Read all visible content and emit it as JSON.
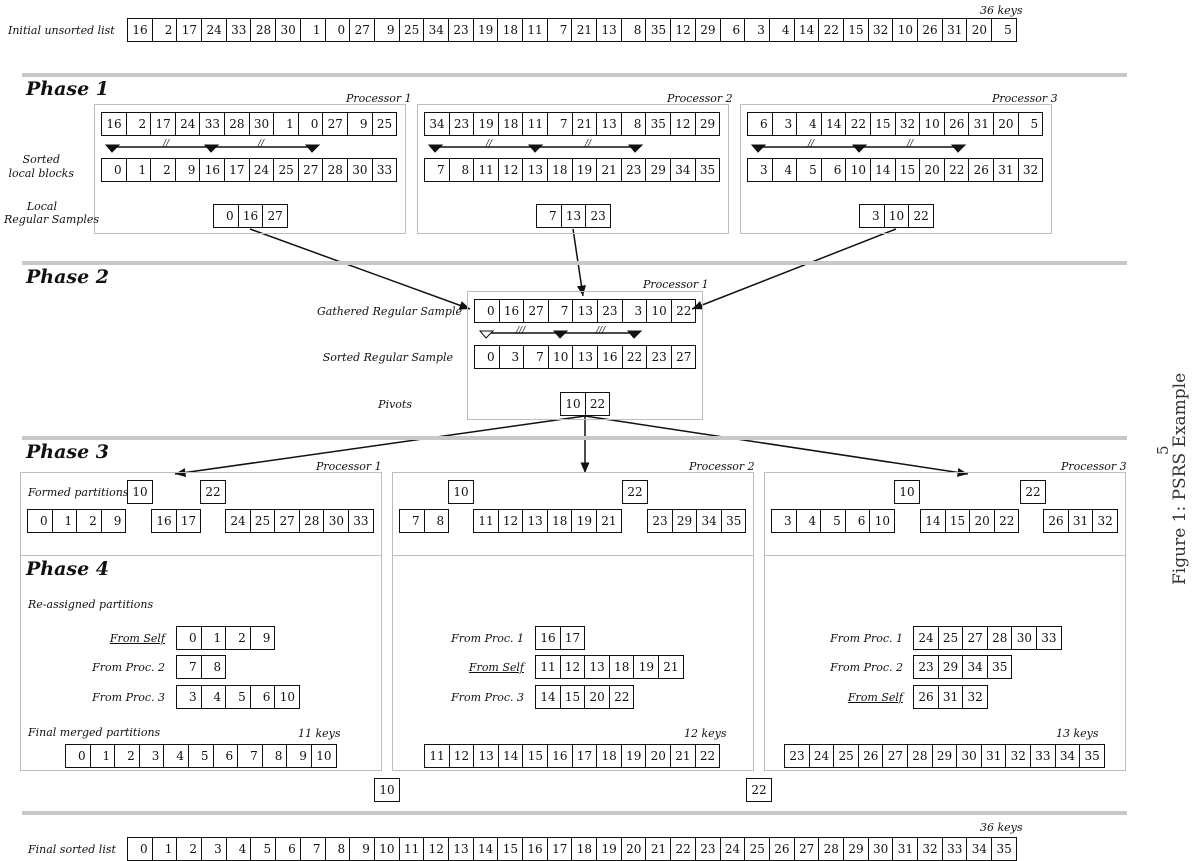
{
  "caption": {
    "figure": "Figure 1:",
    "title": "PSRS Example",
    "page_number": "5"
  },
  "phases": {
    "p1": "Phase 1",
    "p2": "Phase 2",
    "p3": "Phase 3",
    "p4": "Phase 4"
  },
  "labels": {
    "initial_list": "Initial unsorted list",
    "keys_36": "36 keys",
    "sorted_local_1": "Sorted",
    "sorted_local_2": "local blocks",
    "local_regular_1": "Local",
    "local_regular_2": "Regular Samples",
    "gathered": "Gathered Regular Sample",
    "sorted_regular": "Sorted Regular Sample",
    "pivots": "Pivots",
    "formed_partitions": "Formed partitions",
    "reassigned": "Re-assigned partitions",
    "from_self": "From Self",
    "from_proc1": "From Proc. 1",
    "from_proc2": "From Proc. 2",
    "from_proc3": "From Proc. 3",
    "final_merged": "Final merged partitions",
    "keys_11": "11 keys",
    "keys_12": "12 keys",
    "keys_13": "13 keys",
    "final_sorted": "Final sorted list",
    "processor1": "Processor 1",
    "processor2": "Processor 2",
    "processor3": "Processor 3",
    "sep1": "//",
    "sep2": "///"
  },
  "initial_list": [
    16,
    2,
    17,
    24,
    33,
    28,
    30,
    1,
    0,
    27,
    9,
    25,
    34,
    23,
    19,
    18,
    11,
    7,
    21,
    13,
    8,
    35,
    12,
    29,
    6,
    3,
    4,
    14,
    22,
    15,
    32,
    10,
    26,
    31,
    20,
    5
  ],
  "phase1": {
    "p1": {
      "unsorted": [
        16,
        2,
        17,
        24,
        33,
        28,
        30,
        1,
        0,
        27,
        9,
        25
      ],
      "sorted": [
        0,
        1,
        2,
        9,
        16,
        17,
        24,
        25,
        27,
        28,
        30,
        33
      ],
      "samples": [
        0,
        16,
        27
      ]
    },
    "p2": {
      "unsorted": [
        34,
        23,
        19,
        18,
        11,
        7,
        21,
        13,
        8,
        35,
        12,
        29
      ],
      "sorted": [
        7,
        8,
        11,
        12,
        13,
        18,
        19,
        21,
        23,
        29,
        34,
        35
      ],
      "samples": [
        7,
        13,
        23
      ]
    },
    "p3": {
      "unsorted": [
        6,
        3,
        4,
        14,
        22,
        15,
        32,
        10,
        26,
        31,
        20,
        5
      ],
      "sorted": [
        3,
        4,
        5,
        6,
        10,
        14,
        15,
        20,
        22,
        26,
        31,
        32
      ],
      "samples": [
        3,
        10,
        22
      ]
    }
  },
  "phase2": {
    "gathered": [
      0,
      16,
      27,
      7,
      13,
      23,
      3,
      10,
      22
    ],
    "sorted": [
      0,
      3,
      7,
      10,
      13,
      16,
      22,
      23,
      27
    ],
    "pivots": [
      10,
      22
    ]
  },
  "phase3": {
    "pivot_a": "10",
    "pivot_b": "22",
    "p1": {
      "a": [
        0,
        1,
        2,
        9
      ],
      "b": [
        16,
        17
      ],
      "c": [
        24,
        25,
        27,
        28,
        30,
        33
      ]
    },
    "p2": {
      "a": [
        7,
        8
      ],
      "b": [
        11,
        12,
        13,
        18,
        19,
        21
      ],
      "c": [
        23,
        29,
        34,
        35
      ]
    },
    "p3": {
      "a": [
        3,
        4,
        5,
        6,
        10
      ],
      "b": [
        14,
        15,
        20,
        22
      ],
      "c": [
        26,
        31,
        32
      ]
    }
  },
  "phase4": {
    "p1": {
      "r1": [
        0,
        1,
        2,
        9
      ],
      "r2": [
        7,
        8
      ],
      "r3": [
        3,
        4,
        5,
        6,
        10
      ],
      "merged": [
        0,
        1,
        2,
        3,
        4,
        5,
        6,
        7,
        8,
        9,
        10
      ]
    },
    "p2": {
      "r1": [
        16,
        17
      ],
      "r2": [
        11,
        12,
        13,
        18,
        19,
        21
      ],
      "r3": [
        14,
        15,
        20,
        22
      ],
      "merged": [
        11,
        12,
        13,
        14,
        15,
        16,
        17,
        18,
        19,
        20,
        21,
        22
      ]
    },
    "p3": {
      "r1": [
        24,
        25,
        27,
        28,
        30,
        33
      ],
      "r2": [
        23,
        29,
        34,
        35
      ],
      "r3": [
        26,
        31,
        32
      ],
      "merged": [
        23,
        24,
        25,
        26,
        27,
        28,
        29,
        30,
        31,
        32,
        33,
        34,
        35
      ]
    },
    "boundary_a": "10",
    "boundary_b": "22"
  },
  "final_list": [
    0,
    1,
    2,
    3,
    4,
    5,
    6,
    7,
    8,
    9,
    10,
    11,
    12,
    13,
    14,
    15,
    16,
    17,
    18,
    19,
    20,
    21,
    22,
    23,
    24,
    25,
    26,
    27,
    28,
    29,
    30,
    31,
    32,
    33,
    34,
    35
  ]
}
